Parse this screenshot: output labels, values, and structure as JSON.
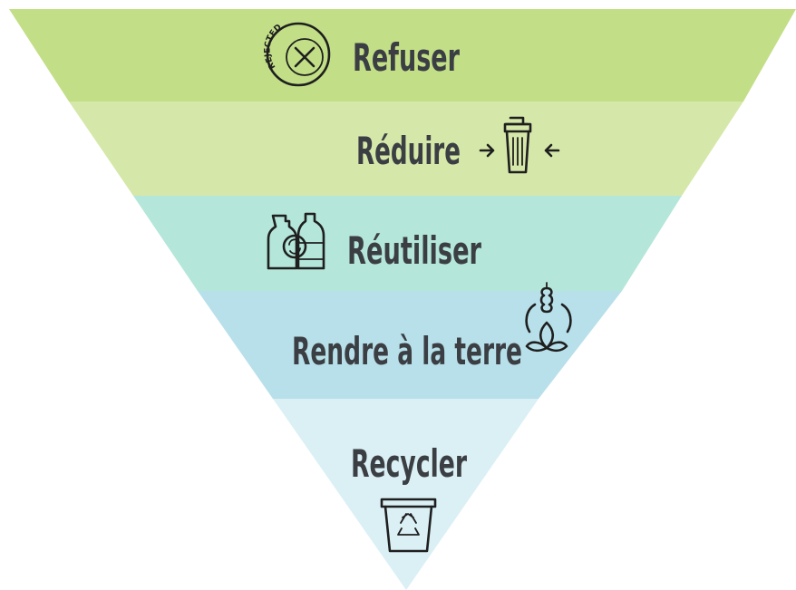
{
  "diagram": {
    "type": "inverted-pyramid",
    "levels": [
      {
        "label": "Refuser",
        "color": "#c2df87",
        "icon": "rejected-stamp-icon",
        "icon_text": "REJECTED"
      },
      {
        "label": "Réduire",
        "color": "#d5e8a9",
        "icon": "compress-trash-can-icon"
      },
      {
        "label": "Réutiliser",
        "color": "#b4e6d9",
        "icon": "reusable-bottles-icon"
      },
      {
        "label": "Rendre à la terre",
        "color": "#b8e0ea",
        "icon": "compost-cycle-icon"
      },
      {
        "label": "Recycler",
        "color": "#daf0f5",
        "icon": "recycling-bin-icon"
      }
    ]
  }
}
